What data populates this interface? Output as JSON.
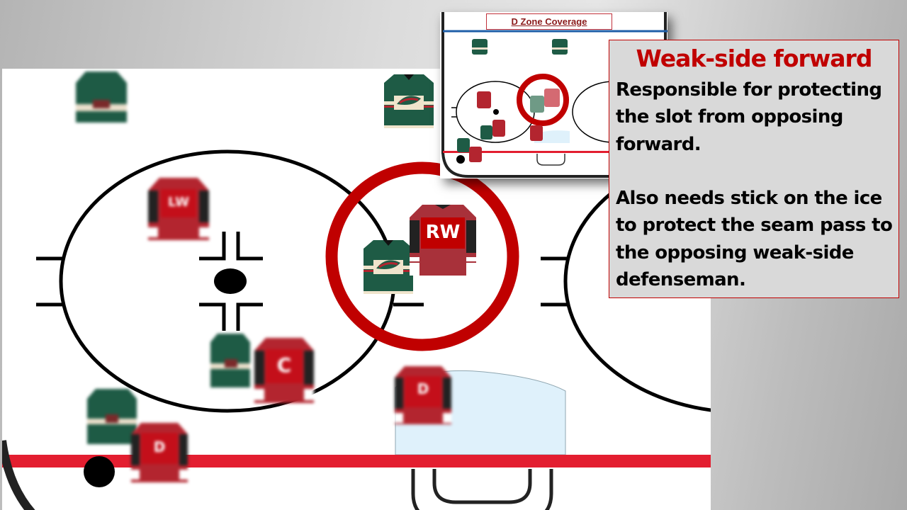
{
  "slide": {
    "title": "Weak-side forward",
    "paragraphs": [
      "Responsible for protecting the slot from opposing forward.",
      "Also needs stick on the ice to protect the seam pass to the opposing weak-side defenseman."
    ]
  },
  "inset": {
    "title": "D Zone Coverage"
  },
  "players": {
    "highlighted": "RW",
    "red_team": [
      {
        "label": "LW"
      },
      {
        "label": "RW"
      },
      {
        "label": "C"
      },
      {
        "label": "D"
      },
      {
        "label": "D"
      }
    ],
    "green_team_count": 5
  },
  "colors": {
    "title_red": "#c00000",
    "highlight_ring": "#c00000",
    "red_jersey": "#b3252f",
    "green_jersey": "#1e5b45",
    "goal_line": "#e31e30",
    "blue_line": "#1f5fa8",
    "crease": "#dff1fb",
    "box_bg": "#d9d9d9"
  }
}
